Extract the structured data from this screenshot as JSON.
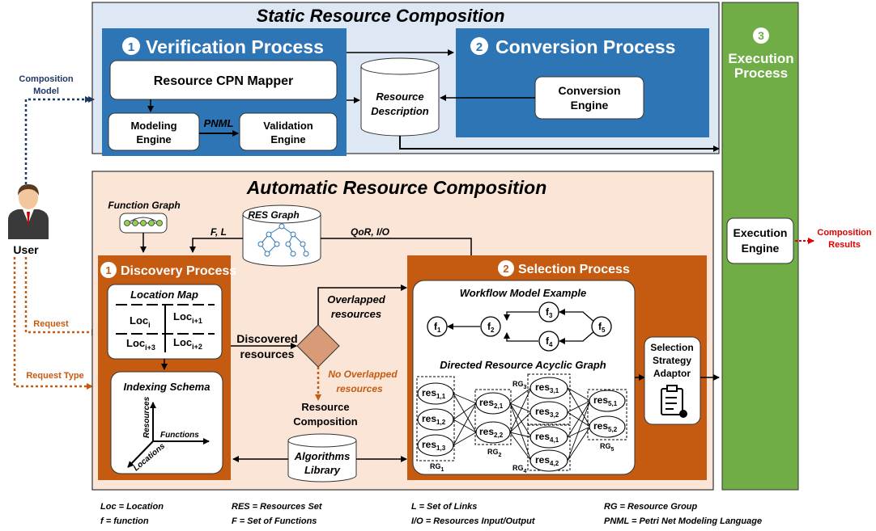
{
  "static": {
    "title": "Static Resource Composition",
    "verification": {
      "num": "1",
      "title": "Verification Process"
    },
    "mapper": "Resource CPN Mapper",
    "modeling": [
      "Modeling",
      "Engine"
    ],
    "pnml": "PNML",
    "validation": [
      "Validation",
      "Engine"
    ],
    "conversion": {
      "num": "2",
      "title": "Conversion Process"
    },
    "conversion_engine": [
      "Conversion",
      "Engine"
    ],
    "resource_description": [
      "Resource",
      "Description"
    ]
  },
  "execution": {
    "num": "3",
    "title": [
      "Execution",
      "Process"
    ],
    "engine": [
      "Execution",
      "Engine"
    ],
    "results": [
      "Composition",
      "Results"
    ]
  },
  "user": {
    "label": "User",
    "composition_model": [
      "Composition",
      "Model"
    ],
    "request": "Request",
    "request_type": "Request Type"
  },
  "automatic": {
    "title": "Automatic Resource Composition",
    "function_graph": "Function Graph",
    "res_graph": "RES Graph",
    "fl": "F, L",
    "qor": "QoR, I/O",
    "discovery": {
      "num": "1",
      "title": "Discovery Process"
    },
    "location_map": "Location Map",
    "locs": [
      {
        "base": "Loc",
        "sub": "i"
      },
      {
        "base": "Loc",
        "sub": "i+1"
      },
      {
        "base": "Loc",
        "sub": "i+3"
      },
      {
        "base": "Loc",
        "sub": "i+2"
      }
    ],
    "indexing": "Indexing Schema",
    "axes": {
      "resources": "Resources",
      "functions": "Functions",
      "locations": "Locations"
    },
    "discovered": [
      "Discovered",
      "resources"
    ],
    "overlapped": [
      "Overlapped",
      "resources"
    ],
    "no_overlapped": [
      "No Overlapped",
      "resources"
    ],
    "resource_composition": [
      "Resource",
      "Composition"
    ],
    "algorithms": [
      "Algorithms",
      "Library"
    ],
    "selection": {
      "num": "2",
      "title": "Selection Process"
    },
    "workflow_title": "Workflow Model Example",
    "fnodes": [
      {
        "b": "f",
        "s": "1"
      },
      {
        "b": "f",
        "s": "2"
      },
      {
        "b": "f",
        "s": "3"
      },
      {
        "b": "f",
        "s": "4"
      },
      {
        "b": "f",
        "s": "5"
      }
    ],
    "dag_title": "Directed Resource Acyclic Graph",
    "res": [
      {
        "b": "res",
        "s": "1,1"
      },
      {
        "b": "res",
        "s": "1,2"
      },
      {
        "b": "res",
        "s": "1,3"
      },
      {
        "b": "res",
        "s": "2,1"
      },
      {
        "b": "res",
        "s": "2,2"
      },
      {
        "b": "res",
        "s": "3,1"
      },
      {
        "b": "res",
        "s": "3,2"
      },
      {
        "b": "res",
        "s": "4,1"
      },
      {
        "b": "res",
        "s": "4,2"
      },
      {
        "b": "res",
        "s": "5,1"
      },
      {
        "b": "res",
        "s": "5,2"
      }
    ],
    "rg": [
      {
        "b": "RG",
        "s": "1"
      },
      {
        "b": "RG",
        "s": "2"
      },
      {
        "b": "RG",
        "s": "3"
      },
      {
        "b": "RG",
        "s": "4"
      },
      {
        "b": "RG",
        "s": "5"
      }
    ],
    "adaptor": [
      "Selection",
      "Strategy",
      "Adaptor"
    ]
  },
  "legend": [
    "Loc = Location",
    "f = function",
    "RES = Resources Set",
    "F = Set of Functions",
    "L = Set of Links",
    "I/O = Resources Input/Output",
    "RG = Resource Group",
    "PNML = Petri Net Modeling Language"
  ],
  "colors": {
    "static_bg": "#dde8f4",
    "blue": "#2e75b6",
    "green": "#70ad47",
    "auto_bg": "#fbe5d6",
    "orange": "#c55a11",
    "navy": "#1f3864",
    "red": "#e00000"
  }
}
